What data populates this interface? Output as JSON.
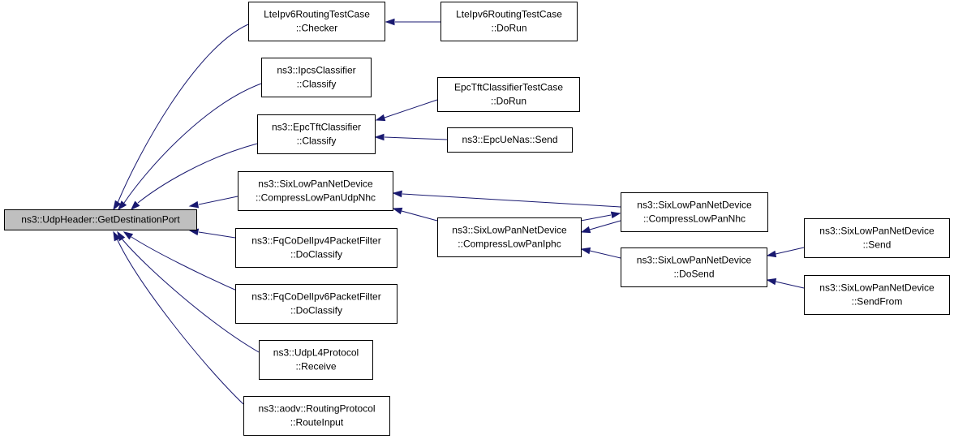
{
  "colors": {
    "edge": "#191970",
    "root_fill": "#bfbfbf",
    "node_fill": "#ffffff",
    "border": "#000000"
  },
  "nodes": {
    "root": [
      "ns3::UdpHeader::GetDestinationPort"
    ],
    "lte_checker": [
      "LteIpv6RoutingTestCase",
      "::Checker"
    ],
    "lte_dorun": [
      "LteIpv6RoutingTestCase",
      "::DoRun"
    ],
    "ipcs_classify": [
      "ns3::IpcsClassifier",
      "::Classify"
    ],
    "epc_tc_dorun": [
      "EpcTftClassifierTestCase",
      "::DoRun"
    ],
    "epc_classify": [
      "ns3::EpcTftClassifier",
      "::Classify"
    ],
    "epcuenas_send": [
      "ns3::EpcUeNas::Send"
    ],
    "compress_udpnhc": [
      "ns3::SixLowPanNetDevice",
      "::CompressLowPanUdpNhc"
    ],
    "compress_nhc": [
      "ns3::SixLowPanNetDevice",
      "::CompressLowPanNhc"
    ],
    "compress_iphc": [
      "ns3::SixLowPanNetDevice",
      "::CompressLowPanIphc"
    ],
    "fq4_classify": [
      "ns3::FqCoDelIpv4PacketFilter",
      "::DoClassify"
    ],
    "fq6_classify": [
      "ns3::FqCoDelIpv6PacketFilter",
      "::DoClassify"
    ],
    "dosend": [
      "ns3::SixLowPanNetDevice",
      "::DoSend"
    ],
    "sixlow_send": [
      "ns3::SixLowPanNetDevice",
      "::Send"
    ],
    "sixlow_sendfrom": [
      "ns3::SixLowPanNetDevice",
      "::SendFrom"
    ],
    "udpl4_receive": [
      "ns3::UdpL4Protocol",
      "::Receive"
    ],
    "aodv_routeinput": [
      "ns3::aodv::RoutingProtocol",
      "::RouteInput"
    ]
  },
  "edges": [
    [
      "lte_checker",
      "root"
    ],
    [
      "ipcs_classify",
      "root"
    ],
    [
      "epc_classify",
      "root"
    ],
    [
      "compress_udpnhc",
      "root"
    ],
    [
      "fq4_classify",
      "root"
    ],
    [
      "fq6_classify",
      "root"
    ],
    [
      "udpl4_receive",
      "root"
    ],
    [
      "aodv_routeinput",
      "root"
    ],
    [
      "lte_dorun",
      "lte_checker"
    ],
    [
      "epc_tc_dorun",
      "epc_classify"
    ],
    [
      "epcuenas_send",
      "epc_classify"
    ],
    [
      "compress_nhc",
      "compress_udpnhc"
    ],
    [
      "compress_iphc",
      "compress_udpnhc"
    ],
    [
      "compress_nhc",
      "compress_iphc"
    ],
    [
      "dosend",
      "compress_iphc"
    ],
    [
      "compress_iphc",
      "compress_nhc"
    ],
    [
      "sixlow_send",
      "dosend"
    ],
    [
      "sixlow_sendfrom",
      "dosend"
    ]
  ]
}
